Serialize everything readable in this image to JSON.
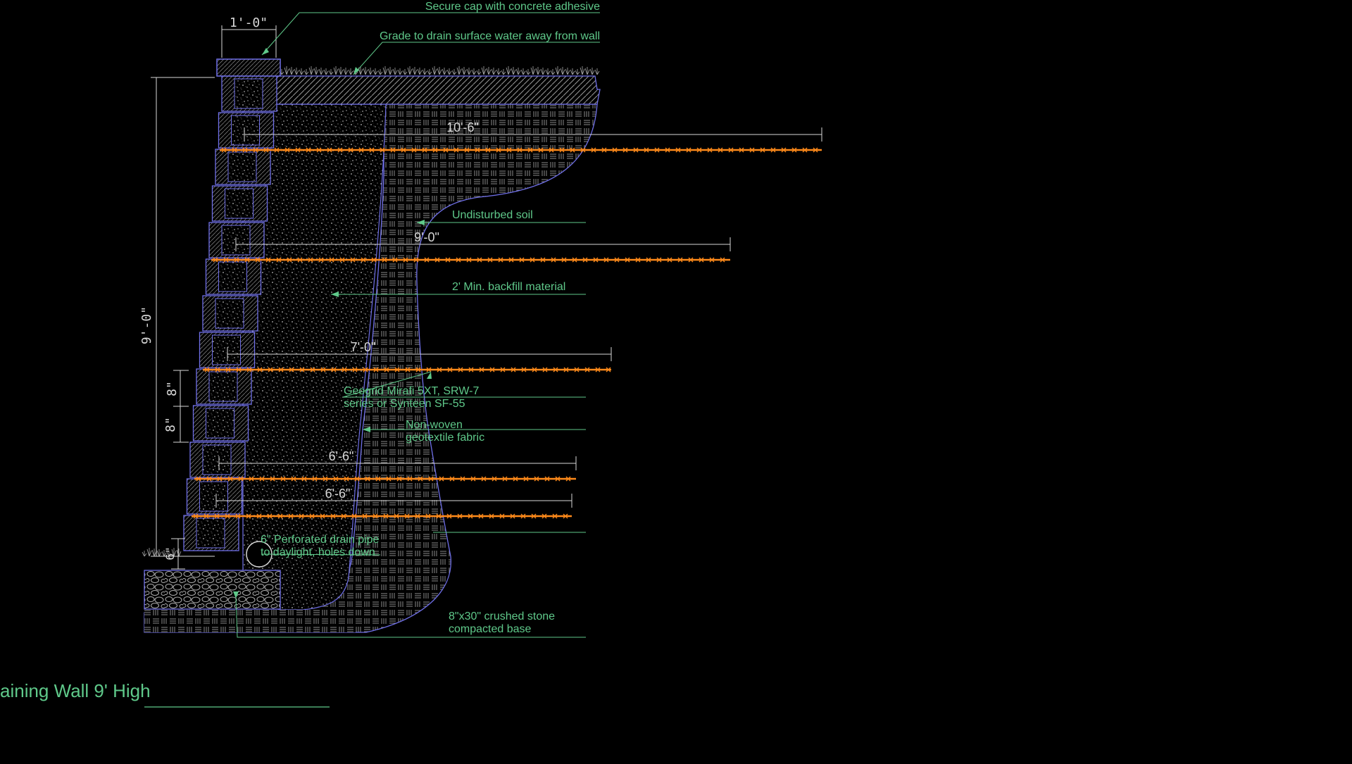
{
  "colors": {
    "background": "#000000",
    "annotation": "#5fc98a",
    "outline": "#6f6fe8",
    "geogrid": "#ff8a1a",
    "dimension": "#d8d8d8",
    "hatch": "#8a8a8a"
  },
  "drawing": {
    "title": "aining Wall 9' High",
    "callouts": {
      "cap": "Secure cap with concrete adhesive",
      "grade": "Grade to drain surface water away from wall",
      "soil": "Undisturbed soil",
      "backfill": "2' Min. backfill material",
      "geogrid_line1": "Geogrid Mirafi 5XT, SRW-7",
      "geogrid_line2": "series or Synteen SF-55",
      "fabric_line1": "Non-woven",
      "fabric_line2": "geotextile fabric",
      "pipe_line1": "6\" Perforated drain pipe",
      "pipe_line2": "to daylight, holes down",
      "base_line1": "8\"x30\" crushed stone",
      "base_line2": "compacted base"
    },
    "dimensions": {
      "cap_width": "1'-0\"",
      "wall_height": "9'-0\"",
      "block_height_1": "8\"",
      "block_height_2": "8\"",
      "embed": "6\"",
      "grid_1": "10'-6\"",
      "grid_2": "9'-0\"",
      "grid_3": "7'-0\"",
      "grid_4": "6'-6\"",
      "grid_5": "6'-6\""
    }
  }
}
